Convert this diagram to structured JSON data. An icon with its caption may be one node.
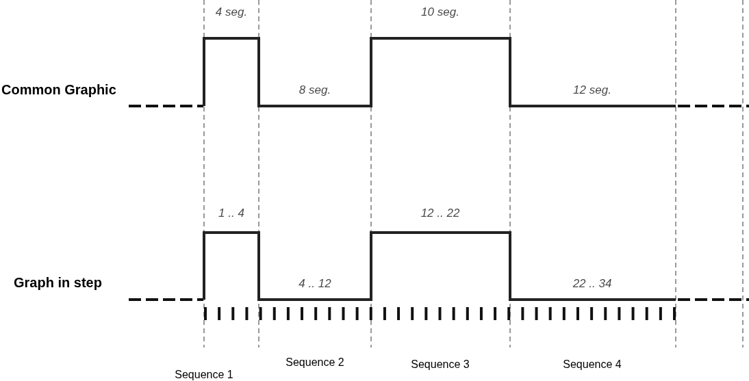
{
  "diagram": {
    "labels": [
      "4 seg.",
      "10 seg.",
      "Common Graphic",
      "8 seg.",
      "12 seg.",
      "1 .. 4",
      "12 .. 22",
      "Graph in step",
      "4 .. 12",
      "22 .. 34",
      "Sequence 2",
      "Sequence 3",
      "Sequence 4",
      "Sequence 1"
    ]
  }
}
